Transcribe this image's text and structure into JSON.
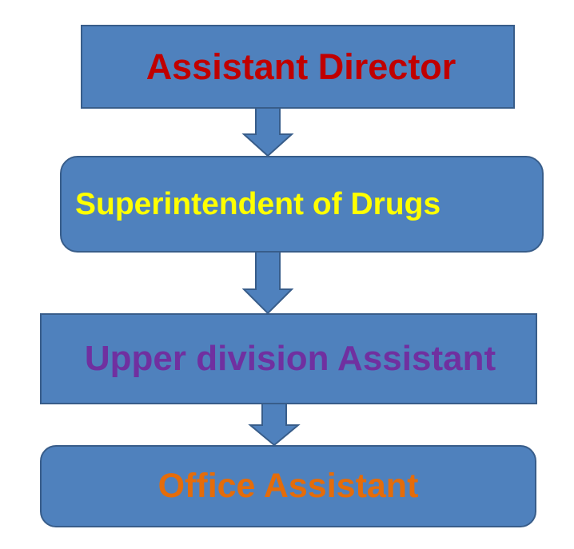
{
  "nodes": [
    {
      "label": "Assistant Director",
      "text_color": "#c00000"
    },
    {
      "label": "Superintendent of Drugs",
      "text_color": "#ffff00"
    },
    {
      "label": "Upper division Assistant",
      "text_color": "#7030a0"
    },
    {
      "label": "Office Assistant",
      "text_color": "#e46c0a"
    }
  ],
  "colors": {
    "box_fill": "#4f81bd",
    "box_border": "#385d8a",
    "arrow_fill": "#4f81bd"
  },
  "edges": [
    {
      "from": "Assistant Director",
      "to": "Superintendent of Drugs"
    },
    {
      "from": "Superintendent of Drugs",
      "to": "Upper division Assistant"
    },
    {
      "from": "Upper division Assistant",
      "to": "Office Assistant"
    }
  ]
}
